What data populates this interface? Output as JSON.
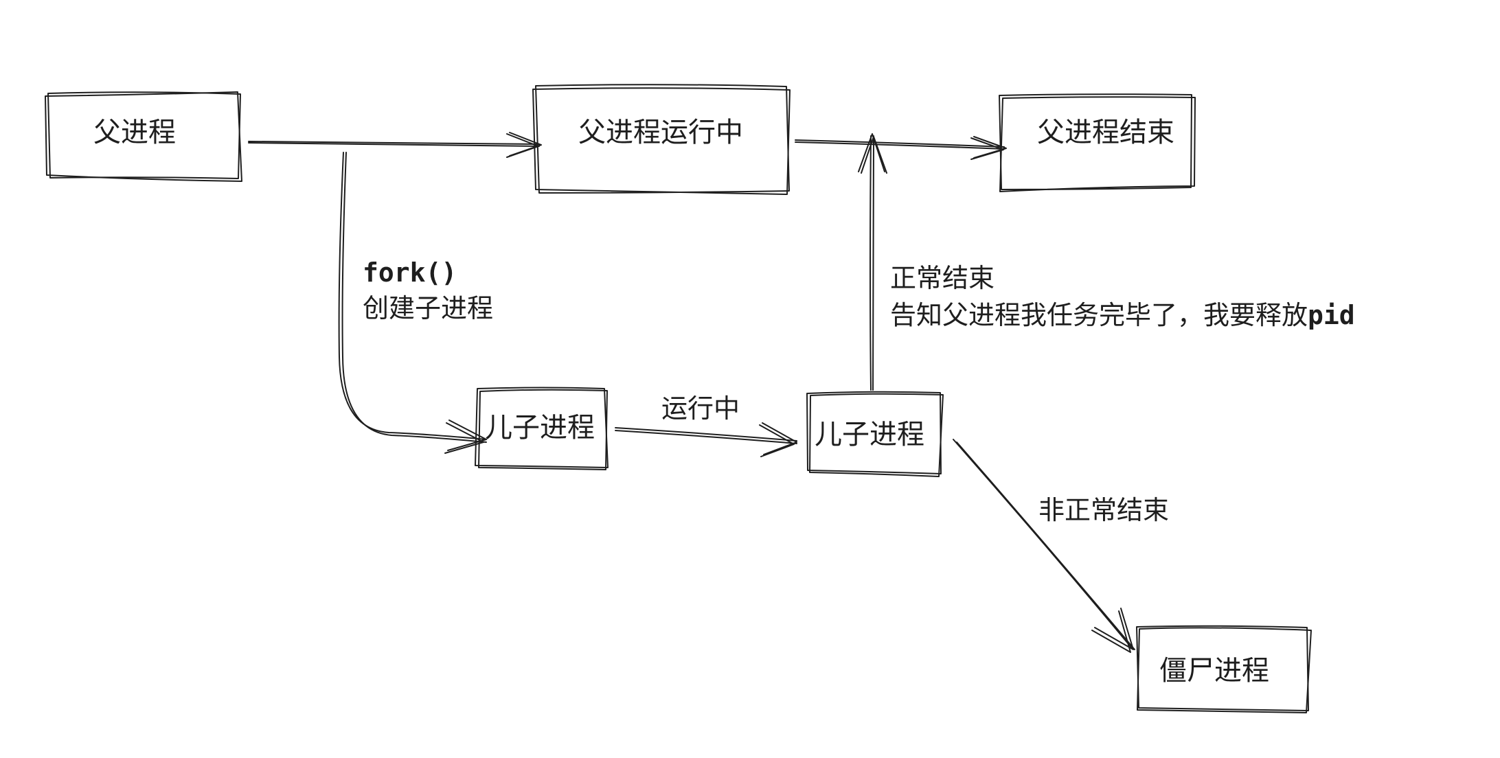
{
  "nodes": {
    "parent_process": "父进程",
    "parent_running": "父进程运行中",
    "parent_end": "父进程结束",
    "child_process_1": "儿子进程",
    "child_process_2": "儿子进程",
    "zombie_process": "僵尸进程"
  },
  "labels": {
    "fork_call": "fork()",
    "fork_desc": "创建子进程",
    "running": "运行中",
    "normal_end": "正常结束",
    "normal_end_desc_cn": "告知父进程我任务完毕了，我要释放",
    "normal_end_desc_code": "pid",
    "abnormal_end": "非正常结束"
  }
}
